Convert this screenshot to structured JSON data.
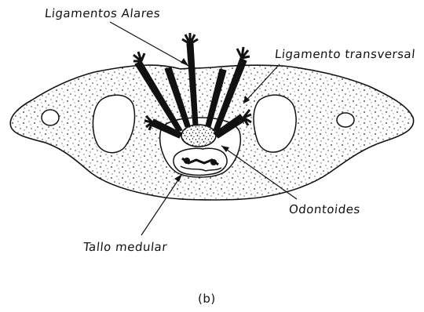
{
  "labels": {
    "alar_ligaments": "Ligamentos Alares",
    "transverse_ligament": "Ligamento transversal",
    "odontoid": "Odontoides",
    "spinal_cord": "Tallo medular",
    "panel": "(b)"
  },
  "colors": {
    "ink": "#111111",
    "background": "#ffffff"
  }
}
